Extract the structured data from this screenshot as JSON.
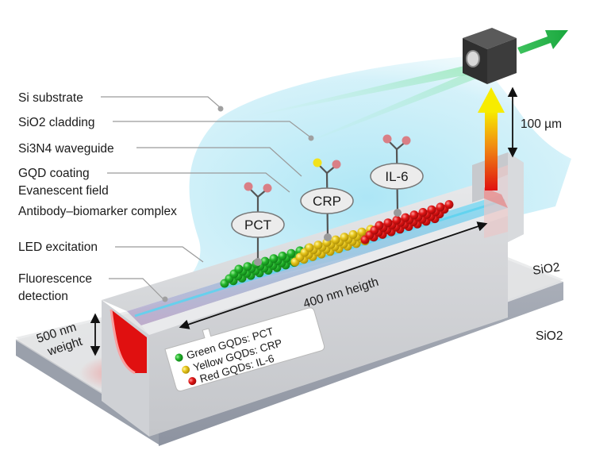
{
  "diagram": {
    "callouts": [
      {
        "id": "si-substrate",
        "text": "Si substrate"
      },
      {
        "id": "sio2-cladding",
        "text": "SiO2 cladding"
      },
      {
        "id": "si3n4-waveguide",
        "text": "Si3N4 waveguide"
      },
      {
        "id": "gqd-coating",
        "text": "GQD coating"
      },
      {
        "id": "evanescent-field",
        "text": "Evanescent field"
      },
      {
        "id": "antibody-complex",
        "text": "Antibody–biomarker complex"
      },
      {
        "id": "led-excitation",
        "text": "LED excitation"
      },
      {
        "id": "fluorescence-detection-1",
        "text": "Fluorescence"
      },
      {
        "id": "fluorescence-detection-2",
        "text": "detection"
      }
    ],
    "dimensions": {
      "width_line1": "500 nm",
      "width_line2": "weight",
      "length": "400 nm heigth",
      "gap": "100 µm"
    },
    "layers": {
      "top_layer": "SiO2",
      "bottom_layer": "SiO2"
    },
    "biomarkers": [
      {
        "name": "PCT",
        "gqd_color": "#1fa52a"
      },
      {
        "name": "CRP",
        "gqd_color": "#e3c11a"
      },
      {
        "name": "IL-6",
        "gqd_color": "#e01515"
      }
    ],
    "legend": [
      {
        "text": "Green GQDs: PCT",
        "color": "#1fa52a"
      },
      {
        "text": "Yellow GQDs: CRP",
        "color": "#e8b80f"
      },
      {
        "text": "Red GQDs: IL-6",
        "color": "#d91212"
      }
    ],
    "colors": {
      "field": "#bfe9f6",
      "waveguide_glow": "#5fd3f0",
      "detector_body": "#3a3a3a",
      "output_arrow": "#22b34a",
      "emission_arrow_top": "#f5e600",
      "emission_arrow_bottom": "#e01010"
    }
  }
}
